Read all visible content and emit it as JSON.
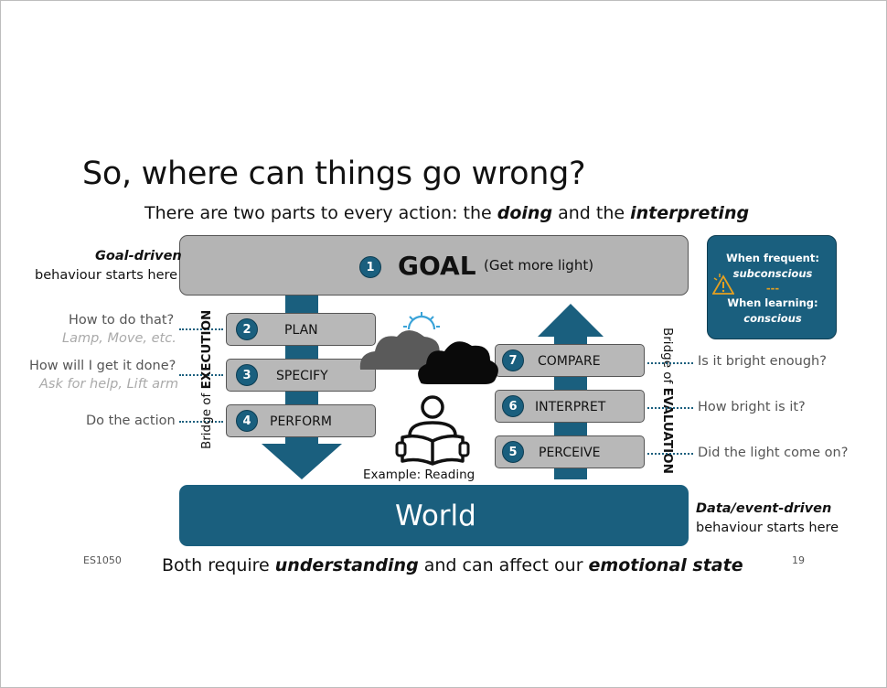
{
  "title": "So, where can things go wrong?",
  "subtitle": {
    "part1": "There are two parts to every action: the ",
    "em1": "doing",
    "part2": " and the ",
    "em2": "interpreting"
  },
  "goal": {
    "number": "1",
    "label": "GOAL",
    "note": "(Get more light)"
  },
  "goal_driven": {
    "em": "Goal-driven",
    "text": "behaviour starts here"
  },
  "world": {
    "label": "World"
  },
  "data_driven": {
    "em": "Data/event-driven",
    "text": "behaviour starts here"
  },
  "execution": {
    "bridge_prefix": "Bridge of ",
    "bridge_name": "EXECUTION",
    "steps": [
      {
        "number": "2",
        "label": "PLAN",
        "question": "How to do that?",
        "example": "Lamp, Move, etc."
      },
      {
        "number": "3",
        "label": "SPECIFY",
        "question": "How will I get it done?",
        "example": "Ask for help, Lift arm"
      },
      {
        "number": "4",
        "label": "PERFORM",
        "question": "Do the action",
        "example": ""
      }
    ]
  },
  "evaluation": {
    "bridge_prefix": "Bridge of ",
    "bridge_name": "EVALUATION",
    "steps": [
      {
        "number": "7",
        "label": "COMPARE",
        "question": "Is it bright enough?"
      },
      {
        "number": "6",
        "label": "INTERPRET",
        "question": "How bright is it?"
      },
      {
        "number": "5",
        "label": "PERCEIVE",
        "question": "Did the light come on?"
      }
    ]
  },
  "example_caption": "Example: Reading",
  "info_box": {
    "line1": "When frequent:",
    "line2": "subconscious",
    "divider": "---",
    "line3": "When learning:",
    "line4": "conscious",
    "icon": "warning-lightbulb-icon"
  },
  "footer": {
    "course_code": "ES1050",
    "page_number": "19",
    "part1": "Both require ",
    "em1": "understanding",
    "part2": " and can affect our ",
    "em2": "emotional state"
  },
  "colors": {
    "teal": "#1a5f7e",
    "grey_box": "#b4b4b4",
    "dark_cloud": "#5a5a5a"
  },
  "icons": [
    "sun-icon",
    "grey-cloud-icon",
    "black-cloud-icon",
    "person-reading-icon",
    "down-arrow-icon",
    "up-arrow-icon"
  ]
}
